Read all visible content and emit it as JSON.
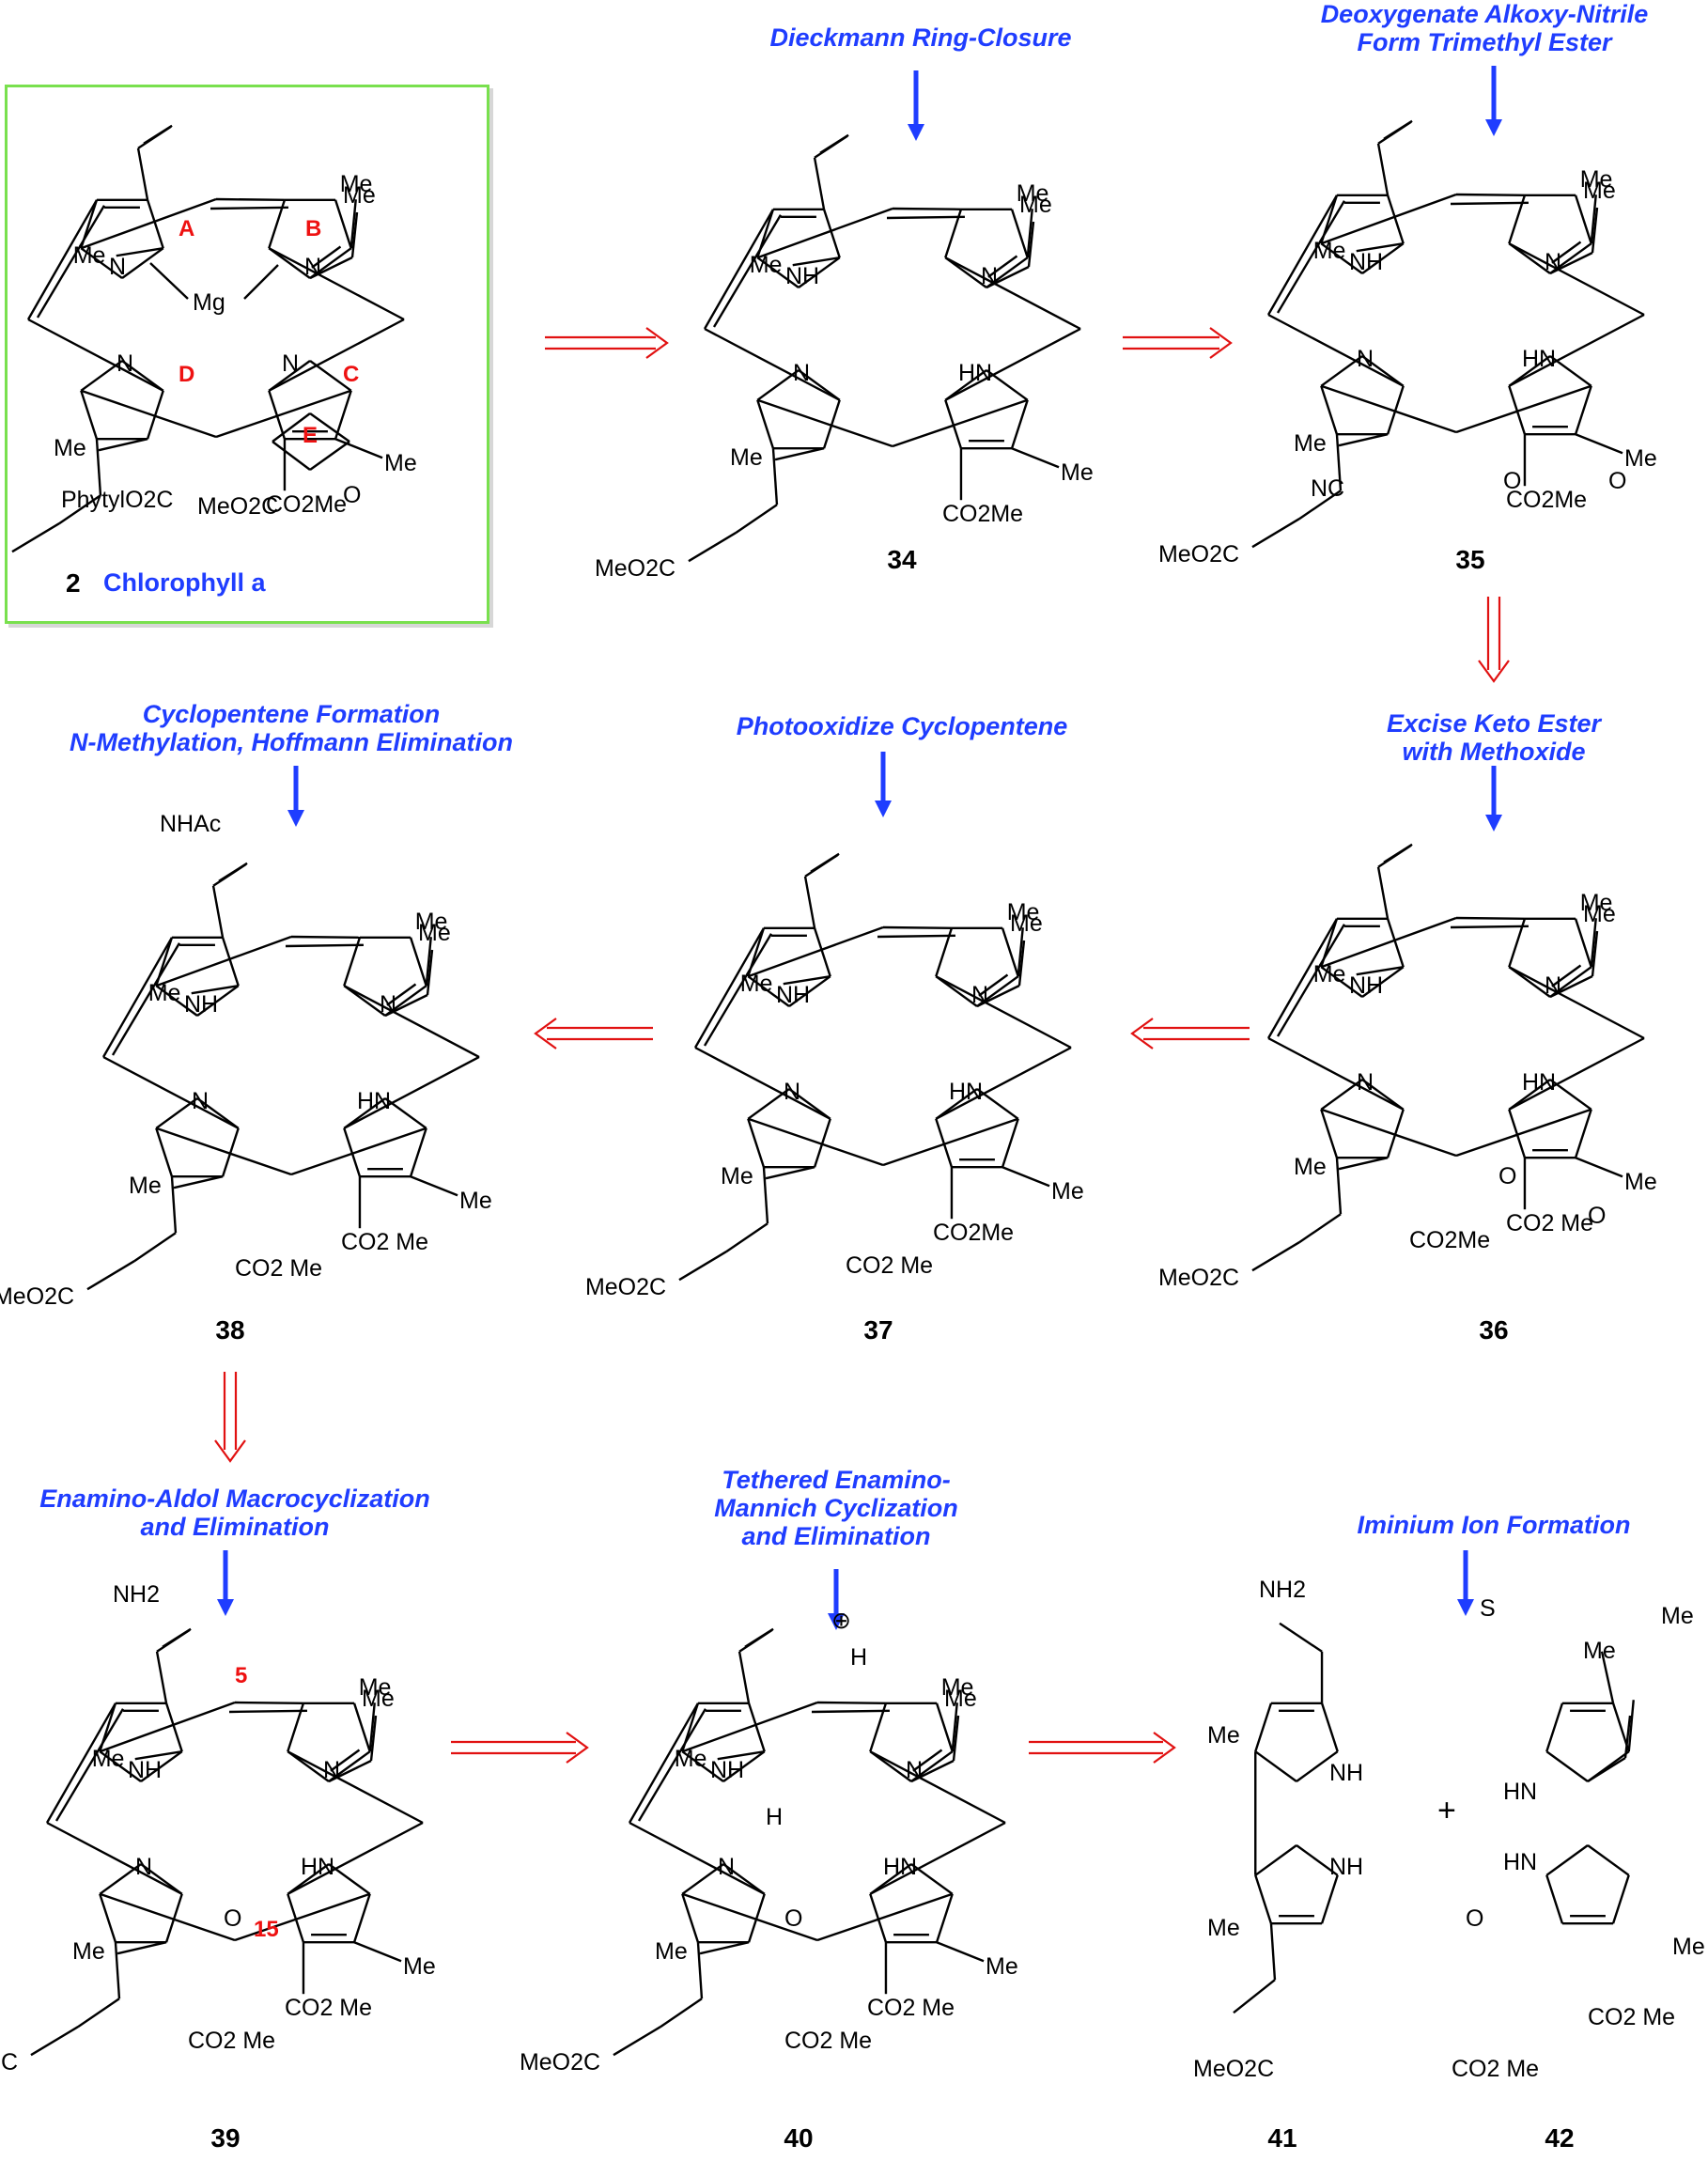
{
  "steps": [
    {
      "caption": "Dieckmann Ring-Closure"
    },
    {
      "caption": "Deoxygenate Alkoxy-Nitrile\nForm Trimethyl Ester"
    },
    {
      "caption": "Excise Keto Ester\nwith Methoxide"
    },
    {
      "caption": "Photooxidize Cyclopentene"
    },
    {
      "caption": "Cyclopentene Formation\nN-Methylation, Hoffmann Elimination"
    },
    {
      "caption": "Enamino-Aldol Macrocyclization\nand Elimination"
    },
    {
      "caption": "Tethered Enamino-\nMannich Cyclization\nand Elimination"
    },
    {
      "caption": "Iminium Ion Formation"
    }
  ],
  "compounds": {
    "c2": {
      "number": "2",
      "name": "Chlorophyll a"
    },
    "c34": {
      "number": "34"
    },
    "c35": {
      "number": "35"
    },
    "c36": {
      "number": "36"
    },
    "c37": {
      "number": "37"
    },
    "c38": {
      "number": "38"
    },
    "c39": {
      "number": "39"
    },
    "c40": {
      "number": "40"
    },
    "c41": {
      "number": "41"
    },
    "c42": {
      "number": "42"
    }
  },
  "labels": {
    "me": "Me",
    "nh": "NH",
    "hn": "HN",
    "n": "N",
    "mg": "Mg",
    "meo2c": "MeO2C",
    "co2me": "CO2Me",
    "co2_me": "CO2 Me",
    "phytyl": "PhytylO2C",
    "nhac": "NHAc",
    "nh2": "NH2",
    "nc": "NC",
    "o": "O",
    "s": "S",
    "h": "H",
    "plus": "+",
    "charge": "⊕",
    "ring_a": "A",
    "ring_b": "B",
    "ring_c": "C",
    "ring_d": "D",
    "ring_e": "E",
    "pos5": "5",
    "pos15": "15"
  },
  "colors": {
    "caption": "#1f3dff",
    "retro_arrow": "#e11111",
    "forward_arrow": "#1f3dff",
    "box_border": "#79e04e",
    "bond": "#000000"
  }
}
